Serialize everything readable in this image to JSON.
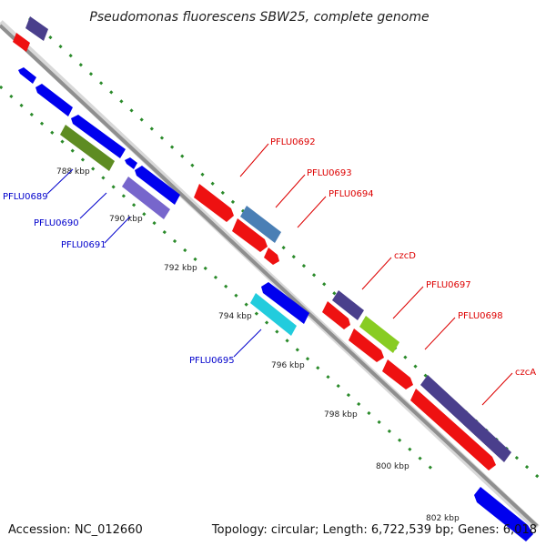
{
  "title": "Pseudomonas fluorescens SBW25, complete genome",
  "footer": {
    "accession": "Accession: NC_012660",
    "topology": "Topology: circular; Length: 6,722,539 bp; Genes: 6,018"
  },
  "ticks": [
    "788 kbp",
    "790 kbp",
    "792 kbp",
    "794 kbp",
    "796 kbp",
    "798 kbp",
    "800 kbp",
    "802 kbp"
  ],
  "labels": {
    "forward": [
      "PFLU0692",
      "PFLU0693",
      "PFLU0694",
      "czcD",
      "PFLU0697",
      "PFLU0698",
      "czcA"
    ],
    "reverse": [
      "PFLU0689",
      "PFLU0690",
      "PFLU0691",
      "PFLU0695"
    ]
  },
  "colors": {
    "forward_label": "#dd0000",
    "reverse_label": "#0000cc",
    "backbone": "#9a9a9a",
    "tick_mark": "#2a8a2a"
  }
}
